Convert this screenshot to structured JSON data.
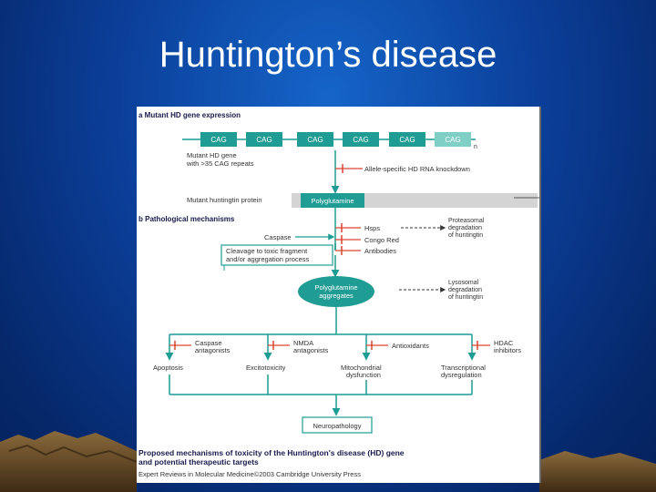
{
  "slide": {
    "title": "Huntington’s disease"
  },
  "colors": {
    "background": "#0b3f9a",
    "teal": "#1f9c93",
    "light_teal": "#7fcfc6",
    "inhibitor_red": "#d9462f",
    "heading_navy": "#1a1a4e"
  },
  "figure": {
    "section_a": "a  Mutant HD gene expression",
    "section_b": "b  Pathological mechanisms",
    "cag_boxes": [
      "CAG",
      "CAG",
      "CAG",
      "CAG",
      "CAG",
      "CAG"
    ],
    "repeat_n": "n",
    "gene_label_1": "Mutant HD gene",
    "gene_label_2": "with >35 CAG repeats",
    "knockdown": "Allele-specific HD RNA knockdown",
    "protein_label": "Mutant huntingtin protein",
    "polyq": "Polyglutamine",
    "caspase": "Caspase",
    "hsps": "Hsps",
    "congo": "Congo Red",
    "antibodies": "Antibodies",
    "proteasomal_1": "Proteasomal",
    "proteasomal_2": "degradation",
    "proteasomal_3": "of huntingtin",
    "cleavage_1": "Cleavage to toxic fragment",
    "cleavage_2": "and/or aggregation process",
    "aggregates_1": "Polyglutamine",
    "aggregates_2": "aggregates",
    "lysosomal_1": "Lysosomal",
    "lysosomal_2": "degradation",
    "lysosomal_3": "of huntingtin",
    "caspase_ant_1": "Caspase",
    "caspase_ant_2": "antagonists",
    "nmda_1": "NMDA",
    "nmda_2": "antagonists",
    "antioxidants": "Antioxidants",
    "hdac_1": "HDAC",
    "hdac_2": "inhibitors",
    "apoptosis": "Apoptosis",
    "excitotoxicity": "Excitotoxicity",
    "mito_1": "Mitochondrial",
    "mito_2": "dysfunction",
    "trans_1": "Transcriptional",
    "trans_2": "dysregulation",
    "neuropathology": "Neuropathology",
    "caption_1": "Proposed mechanisms of toxicity of the Huntington's disease (HD) gene",
    "caption_2": "and potential therapeutic targets",
    "credit": "Expert Reviews in Molecular Medicine©2003 Cambridge University Press"
  }
}
